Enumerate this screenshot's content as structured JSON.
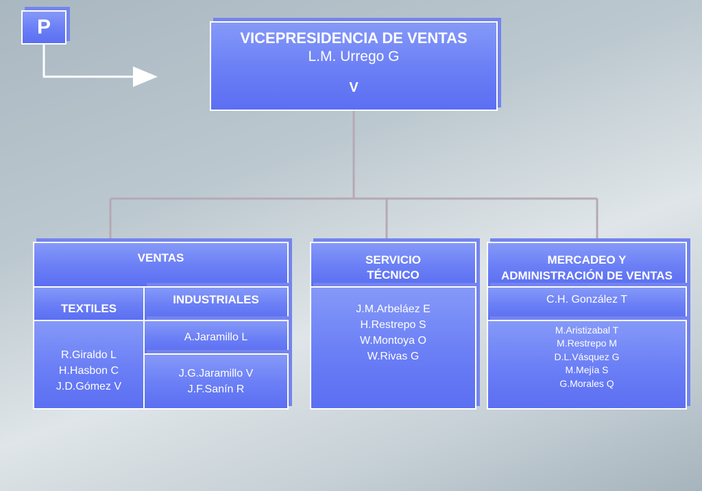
{
  "logo_letter": "P",
  "top": {
    "title": "VICEPRESIDENCIA DE VENTAS",
    "name": "L.M. Urrego G",
    "code": "V"
  },
  "ventas": {
    "header": "VENTAS",
    "textiles": {
      "header": "TEXTILES",
      "people": [
        "R.Giraldo L",
        "H.Hasbon C",
        "J.D.Gómez V"
      ]
    },
    "industriales": {
      "header": "INDUSTRIALES",
      "lead": "A.Jaramillo L",
      "people": [
        "J.G.Jaramillo V",
        "J.F.Sanín R"
      ]
    }
  },
  "servicio": {
    "header_line1": "SERVICIO",
    "header_line2": "TÉCNICO",
    "people": [
      "J.M.Arbeláez E",
      "H.Restrepo S",
      "W.Montoya O",
      "W.Rivas G"
    ]
  },
  "mercadeo": {
    "header_line1": "MERCADEO Y",
    "header_line2": "ADMINISTRACIÓN DE VENTAS",
    "lead": "C.H. González T",
    "people": [
      "M.Aristizabal T",
      "M.Restrepo M",
      "D.L.Vásquez G",
      "M.Mejía S",
      "G.Morales Q"
    ]
  },
  "colors": {
    "box_top": "#8599f8",
    "box_bottom": "#5b6ff2",
    "connector": "#b5a9b4"
  }
}
